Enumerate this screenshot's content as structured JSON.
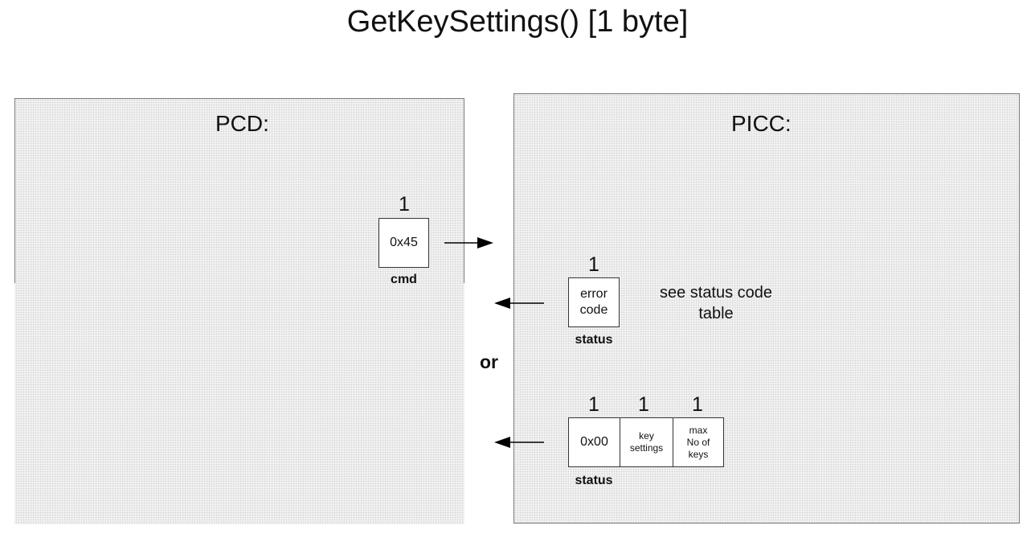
{
  "title": "GetKeySettings() [1 byte]",
  "pcd": {
    "label": "PCD:",
    "command": {
      "length": "1",
      "value": "0x45",
      "caption": "cmd"
    }
  },
  "picc": {
    "label": "PICC:",
    "error_response": {
      "length": "1",
      "value": "error code",
      "caption": "status",
      "note": "see status code table"
    },
    "ok_response": {
      "fields": [
        {
          "length": "1",
          "value": "0x00"
        },
        {
          "length": "1",
          "value": "key settings"
        },
        {
          "length": "1",
          "value": "max No of keys"
        }
      ],
      "caption": "status"
    }
  },
  "or_label": "or"
}
